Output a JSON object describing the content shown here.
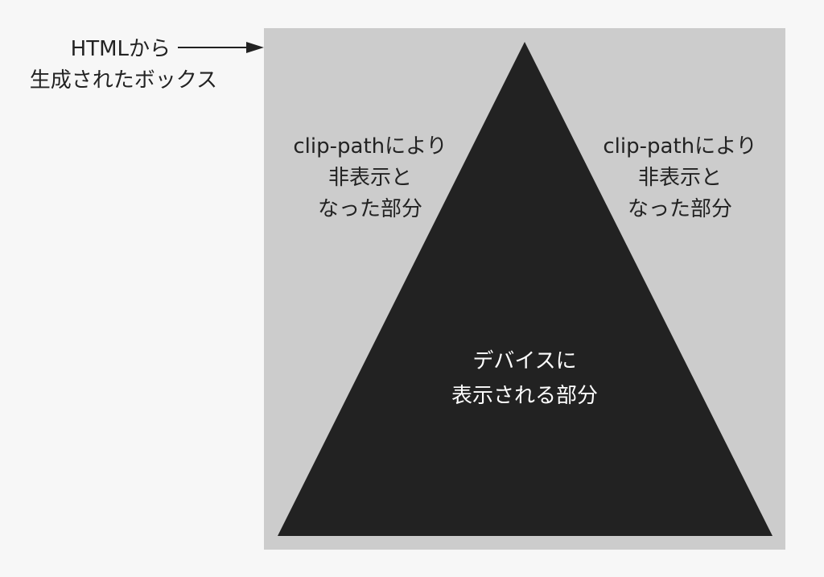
{
  "colors": {
    "background": "#f7f7f7",
    "box": "#cccccc",
    "triangle": "#222222",
    "arrow": "#222222"
  },
  "source_label": {
    "line1": "HTMLから",
    "line2": "生成されたボックス"
  },
  "left_label": {
    "line1": "clip-pathにより",
    "line2": "非表示と",
    "line3": "なった部分"
  },
  "right_label": {
    "line1": "clip-pathにより",
    "line2": "非表示と",
    "line3": "なった部分"
  },
  "center_label": {
    "line1": "デバイスに",
    "line2": "表示される部分"
  }
}
